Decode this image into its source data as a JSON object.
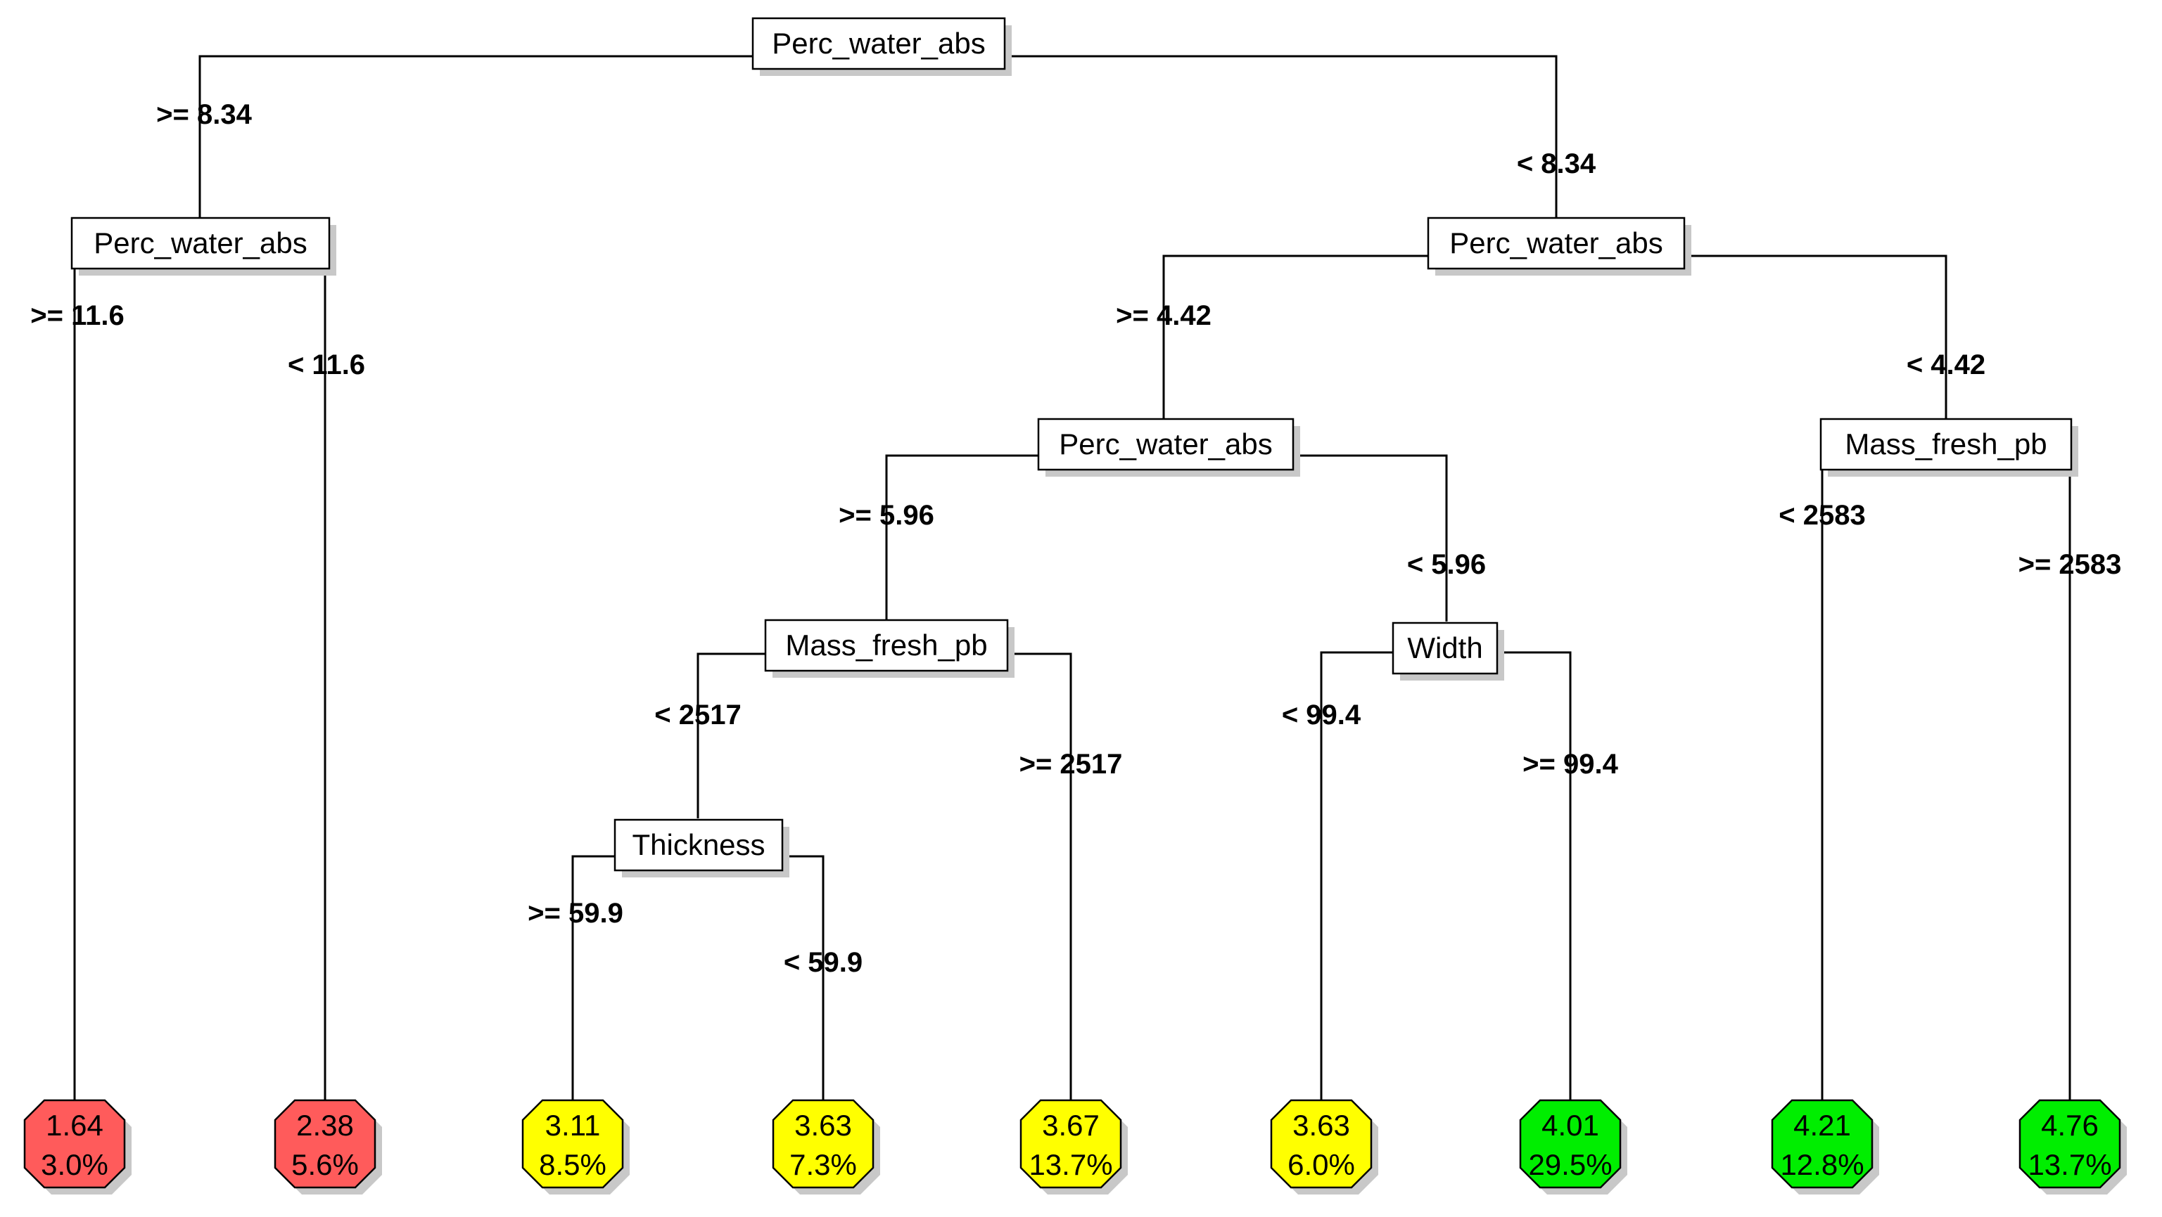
{
  "nodes": {
    "root": "Perc_water_abs",
    "n_left": "Perc_water_abs",
    "n_right": "Perc_water_abs",
    "n_mid": "Perc_water_abs",
    "n_mass1": "Mass_fresh_pb",
    "n_thick": "Thickness",
    "n_width": "Width",
    "n_mass2": "Mass_fresh_pb"
  },
  "edges": {
    "root_left": ">= 8.34",
    "root_right": "< 8.34",
    "left_left": ">= 11.6",
    "left_right": "< 11.6",
    "right_left": ">= 4.42",
    "right_right": "< 4.42",
    "mid_left": ">= 5.96",
    "mid_right": "< 5.96",
    "mass1_left": "< 2517",
    "mass1_right": ">= 2517",
    "thick_left": ">= 59.9",
    "thick_right": "< 59.9",
    "width_left": "< 99.4",
    "width_right": ">= 99.4",
    "mass2_left": "< 2583",
    "mass2_right": ">= 2583"
  },
  "leaves": [
    {
      "value": "1.64",
      "percent": "3.0%",
      "color": "#ff5b5b"
    },
    {
      "value": "2.38",
      "percent": "5.6%",
      "color": "#ff5b5b"
    },
    {
      "value": "3.11",
      "percent": "8.5%",
      "color": "#ffff00"
    },
    {
      "value": "3.63",
      "percent": "7.3%",
      "color": "#ffff00"
    },
    {
      "value": "3.67",
      "percent": "13.7%",
      "color": "#ffff00"
    },
    {
      "value": "3.63",
      "percent": "6.0%",
      "color": "#ffff00"
    },
    {
      "value": "4.01",
      "percent": "29.5%",
      "color": "#00ee00"
    },
    {
      "value": "4.21",
      "percent": "12.8%",
      "color": "#00ee00"
    },
    {
      "value": "4.76",
      "percent": "13.7%",
      "color": "#00ee00"
    }
  ]
}
